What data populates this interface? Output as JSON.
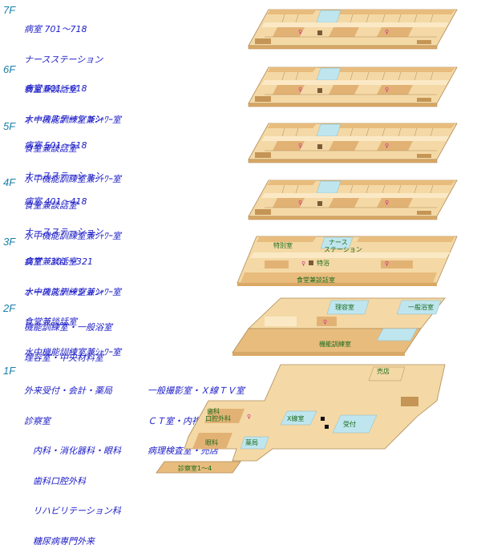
{
  "floors": [
    {
      "tag": "7F",
      "lines": [
        "病室 701～718",
        "ナースステーション",
        "食堂兼談話室",
        "水中機能訓練室兼ｼｬﾜｰ室"
      ]
    },
    {
      "tag": "6F",
      "lines": [
        "病室 601～618",
        "ナースステーション",
        "食堂兼談話室",
        "水中機能訓練室兼ｼｬﾜｰ室"
      ]
    },
    {
      "tag": "5F",
      "lines": [
        "病室 501～518",
        "ナースステーション",
        "食堂兼談話室",
        "水中機能訓練室兼ｼｬﾜｰ室"
      ]
    },
    {
      "tag": "4F",
      "lines": [
        "病室 401～418",
        "ナースステーション",
        "食堂兼談話室",
        "水中機能訓練室兼ｼｬﾜｰ室"
      ]
    },
    {
      "tag": "3F",
      "lines": [
        "病室　301～321",
        "ナースステーション",
        "食堂兼談話室",
        "水中機能訓練室兼ｼｬﾜｰ室"
      ]
    },
    {
      "tag": "2F",
      "lines": [
        "機能訓練室・一般浴室",
        "理容室・中央材料室"
      ]
    },
    {
      "tag": "1F",
      "lines": [
        "外来受付・会計・薬局",
        "診察室",
        "　内科・消化器科・眼科",
        "　歯科口腔外科",
        "　リハビリテーション科",
        "　糖尿病専門外来"
      ]
    }
  ],
  "floor1_extra": [
    "一般撮影室・Ｘ線ＴＶ室",
    "ＣＴ室・内視鏡室",
    "病理検査室・売店"
  ],
  "plan_labels": {
    "f3": {
      "tokubetsu": "特別室",
      "nurse1": "ナース",
      "nurse2": "ステーション",
      "tokushou": "特浴",
      "shokudo": "食堂兼談話室"
    },
    "f2": {
      "riyou": "理容室",
      "ippan": "一般浴室",
      "kinou": "機能訓練室"
    },
    "f1": {
      "baiten": "売店",
      "shika1": "歯科",
      "shika2": "口腔外科",
      "xsen": "X線室",
      "uketsuke": "受付",
      "ganka": "眼科",
      "yakkyoku": "薬局",
      "shinsatsu": "診察室1～4"
    }
  },
  "colors": {
    "floor_tag": "#1a7fa8",
    "desc_text": "#1b1bc8",
    "plan_light": "#f4d9a6",
    "plan_mid": "#e8bc7d",
    "plan_dark": "#c49556",
    "water": "#bfe6ee"
  }
}
